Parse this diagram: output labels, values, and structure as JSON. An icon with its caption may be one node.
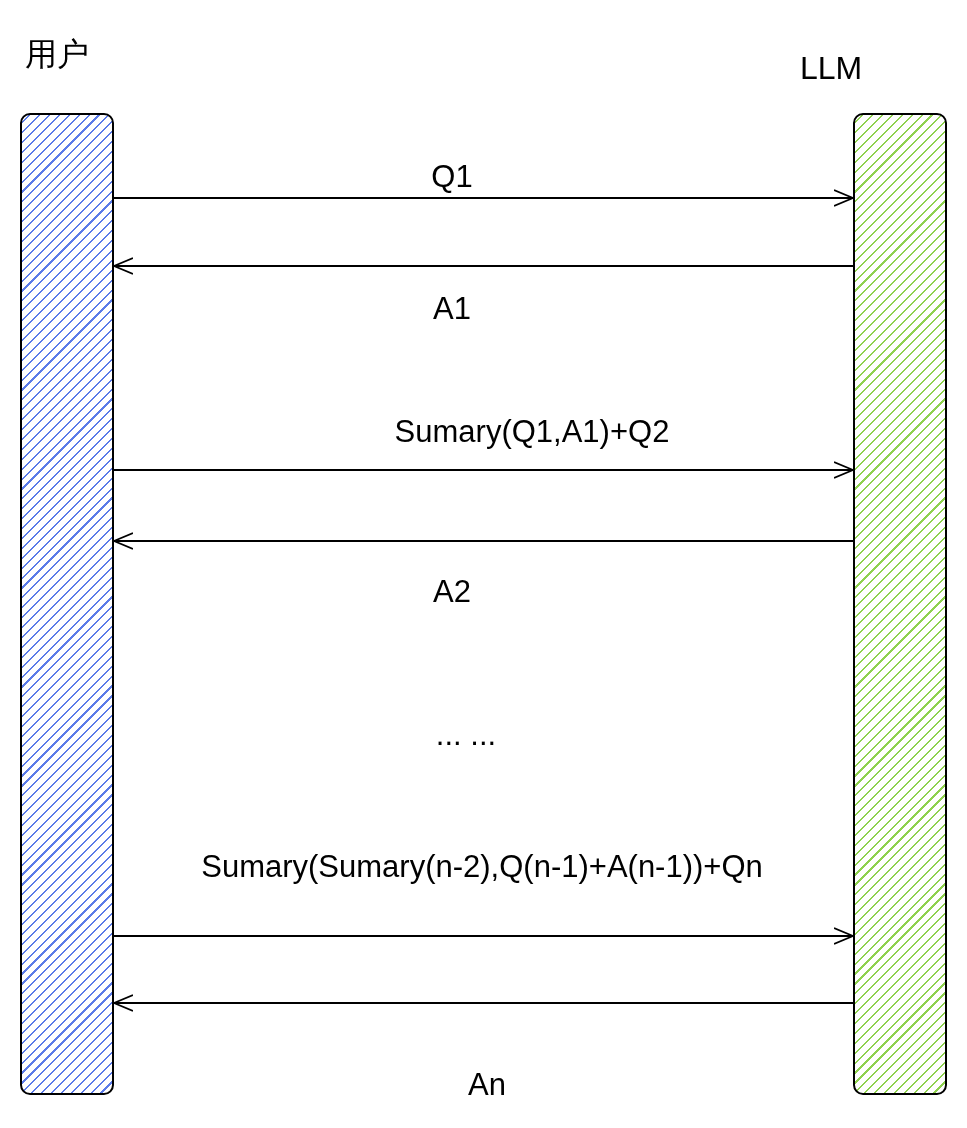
{
  "diagram": {
    "nodes": [
      {
        "text": [
          "用户"
        ]
      },
      {
        "text": [
          "LLM"
        ]
      }
    ],
    "edges": [
      {
        "from": 0,
        "to": 1,
        "arrow": "to",
        "label": "Q1"
      },
      {
        "from": 1,
        "to": 0,
        "arrow": "to",
        "label": "A1"
      },
      {
        "from": 0,
        "to": 1,
        "arrow": "to",
        "label": "Sumary(Q1,A1)+Q2"
      },
      {
        "from": 1,
        "to": 0,
        "arrow": "to",
        "label": "A2"
      },
      {
        "from": 0,
        "to": 1,
        "arrow": "to",
        "label": "Sumary(Sumary(n-2),Q(n-1)+A(n-1))+Qn"
      },
      {
        "from": 1,
        "to": 0,
        "arrow": "to",
        "label": "An"
      }
    ],
    "labels": [
      "... ..."
    ]
  }
}
